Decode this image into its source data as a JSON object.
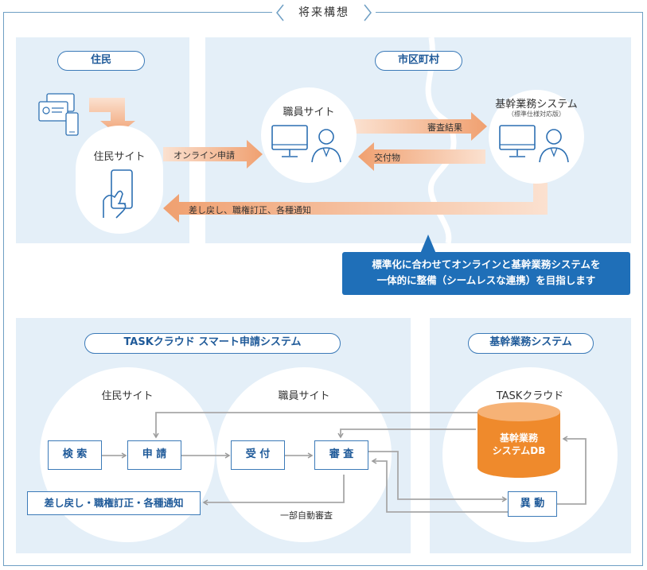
{
  "header": {
    "title": "将来構想"
  },
  "top": {
    "resident": {
      "pill": "住民",
      "site_label": "住民サイト"
    },
    "municipality": {
      "pill": "市区町村",
      "staff_site_label": "職員サイト",
      "core_system_label": "基幹業務システム",
      "core_system_sub": "（標準仕様対応版）"
    },
    "arrows": {
      "online_application": "オンライン申請",
      "review_result": "審査結果",
      "delivered_item": "交付物",
      "return_notice": "差し戻し、職権訂正、各種通知"
    },
    "note_lines": [
      "標準化に合わせてオンラインと基幹業務システムを",
      "一体的に整備（シームレスな連携）を目指します"
    ]
  },
  "bottom": {
    "task_system": {
      "pill": "TASKクラウド スマート申請システム",
      "resident_site": "住民サイト",
      "staff_site": "職員サイト",
      "boxes": {
        "search": "検 索",
        "apply": "申 請",
        "accept": "受 付",
        "review": "審 査",
        "return": "差し戻し・職権訂正・各種通知"
      },
      "auto_review": "一部自動審査"
    },
    "core_system": {
      "pill": "基幹業務システム",
      "cloud_label": "TASKクラウド",
      "db_lines": [
        "基幹業務",
        "システムDB"
      ],
      "change_box": "異 動"
    }
  },
  "colors": {
    "panel": "#e4eff8",
    "accent_blue": "#3b7ab8",
    "note_blue": "#1f6fb8",
    "arrow_orange": "#f0a070",
    "db_orange": "#ef8a2c"
  }
}
